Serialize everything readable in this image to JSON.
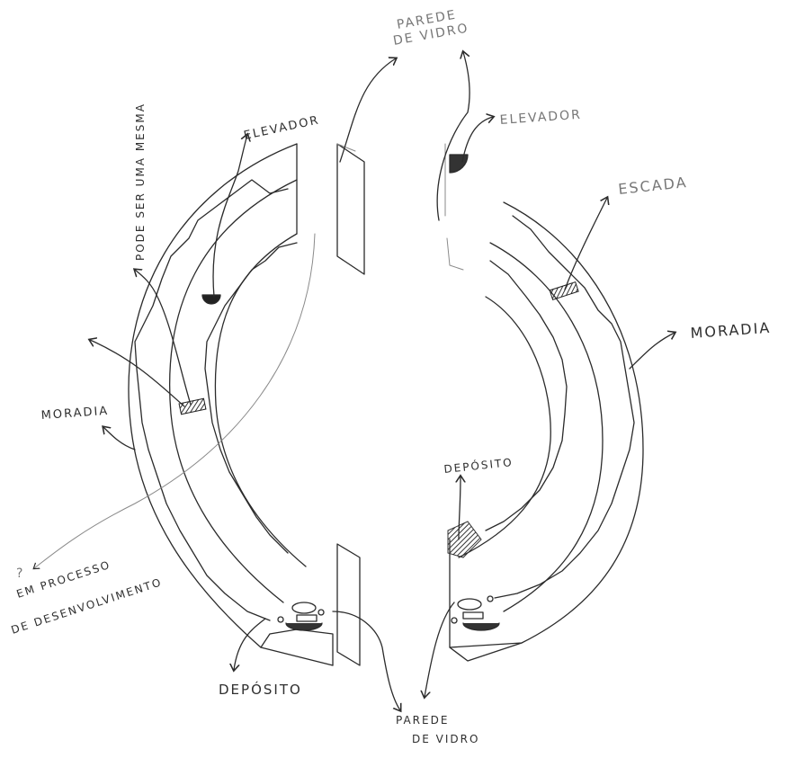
{
  "labels": {
    "glass_wall_top": [
      "PAREDE",
      "DE VIDRO"
    ],
    "glass_wall_bottom": [
      "PAREDE",
      "DE VIDRO"
    ],
    "elevator_left": "ELEVADOR",
    "elevator_right": "ELEVADOR",
    "stair_right": "ESCADA",
    "dwelling_left": "MORADIA",
    "dwelling_right": "MORADIA",
    "note_vertical": "PODE SER UMA MESMA",
    "storage_left": "DEPÓSITO",
    "storage_right": "DEPÓSITO",
    "question_mark": "?",
    "in_progress": [
      "EM PROCESSO",
      "DE DESENVOLVIMENTO"
    ]
  },
  "colors": {
    "ink": "#2b2b2b",
    "faint_ink": "#8a8a8a"
  }
}
